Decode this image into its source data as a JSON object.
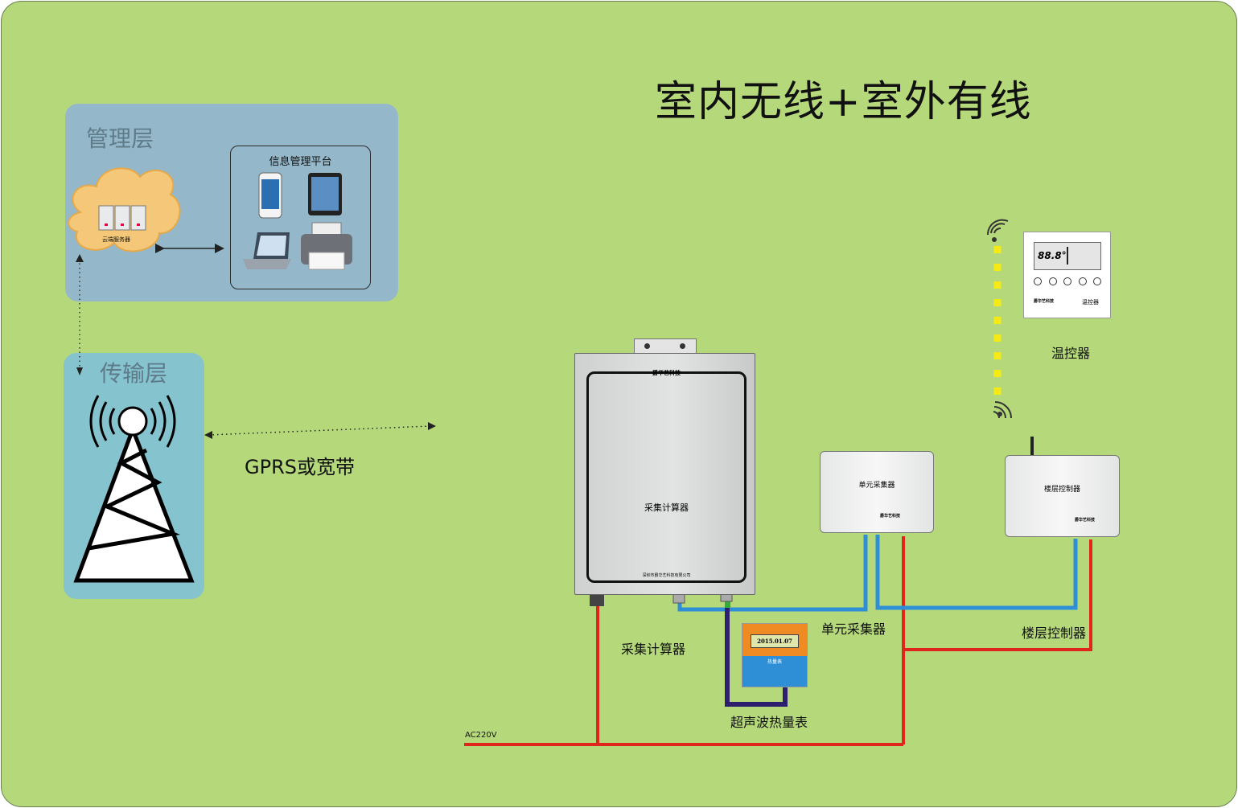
{
  "title": "室内无线+室外有线",
  "layers": {
    "management": "管理层",
    "transport": "传输层"
  },
  "cloud": {
    "label": "云端服务器"
  },
  "platform": {
    "label": "信息管理平台"
  },
  "link": {
    "label": "GPRS或宽带"
  },
  "devices": {
    "collector_calc": "采集计算器",
    "collector_calc_footer": "深圳市爵华艺科技有限公司",
    "brand": "爵华艺科技",
    "unit_collector": "单元采集器",
    "floor_controller": "楼层控制器",
    "thermostat": "温控器",
    "thermostat_short": "温控器",
    "thermostat_display": "88.8°",
    "meter": "超声波热量表",
    "meter_title": "热量表",
    "meter_date": "2015.01.07"
  },
  "power": {
    "label": "AC220V"
  },
  "colors": {
    "background": "#b5d97a",
    "power_line": "#e0261c",
    "data_line": "#2f8fd6",
    "meter_line": "#2e1e6e",
    "wireless": "#f5ea16"
  }
}
